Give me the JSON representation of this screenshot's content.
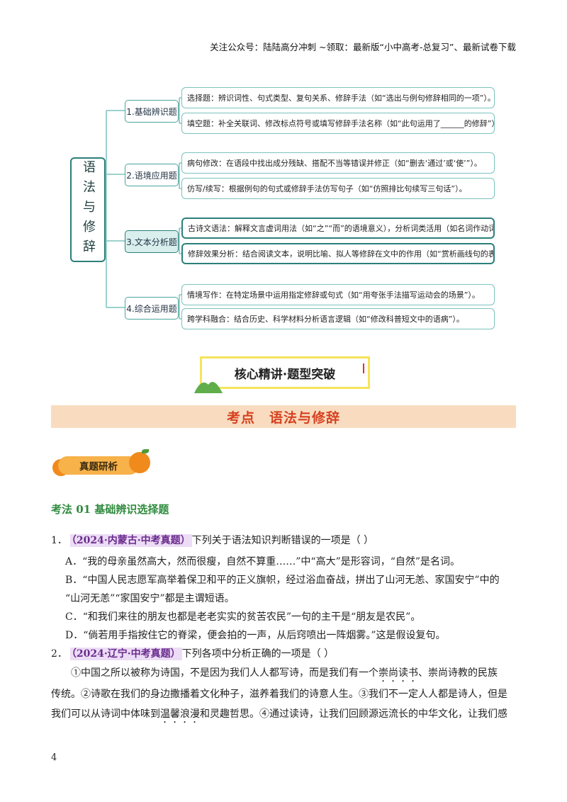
{
  "header_note": "关注公众号：陆陆高分冲刺 ~领取：最新版“小中高考-总复习”、最新试卷下载",
  "mindmap": {
    "root": "语法与修辞",
    "categories": [
      {
        "label": "1.基础辨识题",
        "leaves": [
          "选择题：辨识词性、句式类型、复句关系、修辞手法（如“选出与例句修辞相同的一项”）。",
          "填空题：补全关联词、修改标点符号或填写修辞手法名称（如“此句运用了______的修辞”）。"
        ]
      },
      {
        "label": "2.语境应用题",
        "leaves": [
          "病句修改：在语段中找出成分残缺、搭配不当等错误并修正（如“删去‘通过’或‘使’”）。",
          "仿写/续写：根据例句的句式或修辞手法仿写句子（如“仿照排比句续写三句话”）。"
        ]
      },
      {
        "label": "3.文本分析题",
        "leaves": [
          "古诗文语法：解释文言虚词用法（如“之”“而”的语境意义），分析词类活用（如名词作动词）。",
          "修辞效果分析：结合阅读文本，说明比喻、拟人等修辞在文中的作用（如“赏析画线句的表达效果”）。"
        ]
      },
      {
        "label": "4.综合运用题",
        "leaves": [
          "情境写作：在特定场景中运用指定修辞或句式（如“用夸张手法描写运动会的场景”）。",
          "跨学科融合：结合历史、科学材料分析语言逻辑（如“修改科普短文中的语病”）。"
        ]
      }
    ]
  },
  "banner": "核心精讲·题型突破",
  "section_title": "考点　语法与修辞",
  "label_pill": "真题研析",
  "subhead": "考法 01  基础辨识选择题",
  "questions": [
    {
      "num": "1．",
      "tag": "（2024·内蒙古·中考真题）",
      "stem": "下列关于语法知识判断错误的一项是（    ）",
      "options": [
        "A．“我的母亲虽然高大，然而很瘦，自然不算重……”中“高大”是形容词，“自然”是名词。",
        "B．“中国人民志愿军高举着保卫和平的正义旗帜，经过浴血奋战，拼出了山河无恙、家国安宁”中的",
        "“山河无恙”“家国安宁”都是主谓短语。",
        "C．“和我们来往的朋友也都是老老实实的贫苦农民”一句的主干是“朋友是农民”。",
        "D．“倘若用手指按住它的脊梁，便会拍的一声，从后窍喷出一阵烟雾。”这是假设复句。"
      ]
    },
    {
      "num": "2．",
      "tag": "（2024·辽宁·中考真题）",
      "stem": "下列各项中分析正确的一项是（    ）"
    }
  ],
  "passage": {
    "line1_a": "①中国之所以被称为诗国，不是因为我们人人都写诗，而是我们有一个",
    "line1_dot": "崇尚读书",
    "line1_b": "、崇尚诗教的民族",
    "line2": "传统。②诗歌在我们的身边撒播着文化种子，滋养着我们的诗意人生。③我们不一定人人都是诗人，但是",
    "line3_a": "我们可以从诗词中体味到",
    "line3_dot": "温馨浪漫",
    "line3_b": "和灵趣哲思。④通过读诗，让我们回顾源远流长的中华文化，让我们感"
  },
  "page_number": "4"
}
